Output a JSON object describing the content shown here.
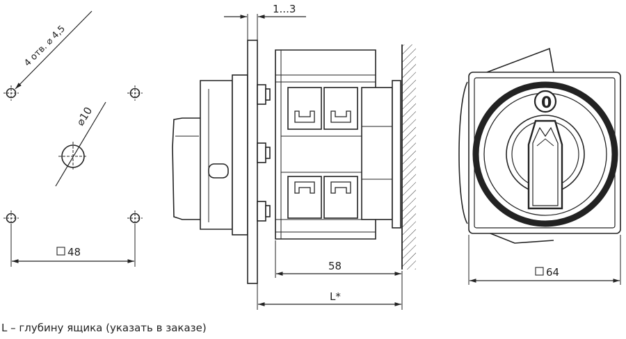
{
  "dimensions": {
    "gap": "1...3",
    "holes": "4 отв. ⌀ 4,5",
    "center_hole": "⌀10",
    "pattern": "48",
    "depth": "58",
    "length": "L*",
    "panel": "64"
  },
  "knob_position": "0",
  "note": "L – глубину ящика (указать в заказе)"
}
